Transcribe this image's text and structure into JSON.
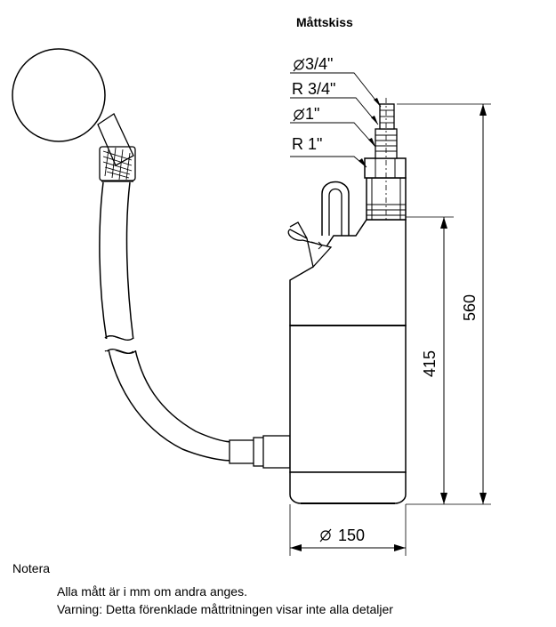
{
  "title": "Måttskiss",
  "callouts": {
    "dia_3_4": "3/4\"",
    "r_3_4": "R 3/4\"",
    "dia_1": "1\"",
    "r_1": "R 1\""
  },
  "dimensions": {
    "height_total": "560",
    "height_body": "415",
    "diameter": "150"
  },
  "notes": {
    "heading": "Notera",
    "line1": "Alla mått är i mm om andra anges.",
    "line2": "Varning: Detta förenklade måttritningen visar inte alla detaljer"
  },
  "colors": {
    "line": "#000000",
    "body_fill": "#ffffff"
  }
}
